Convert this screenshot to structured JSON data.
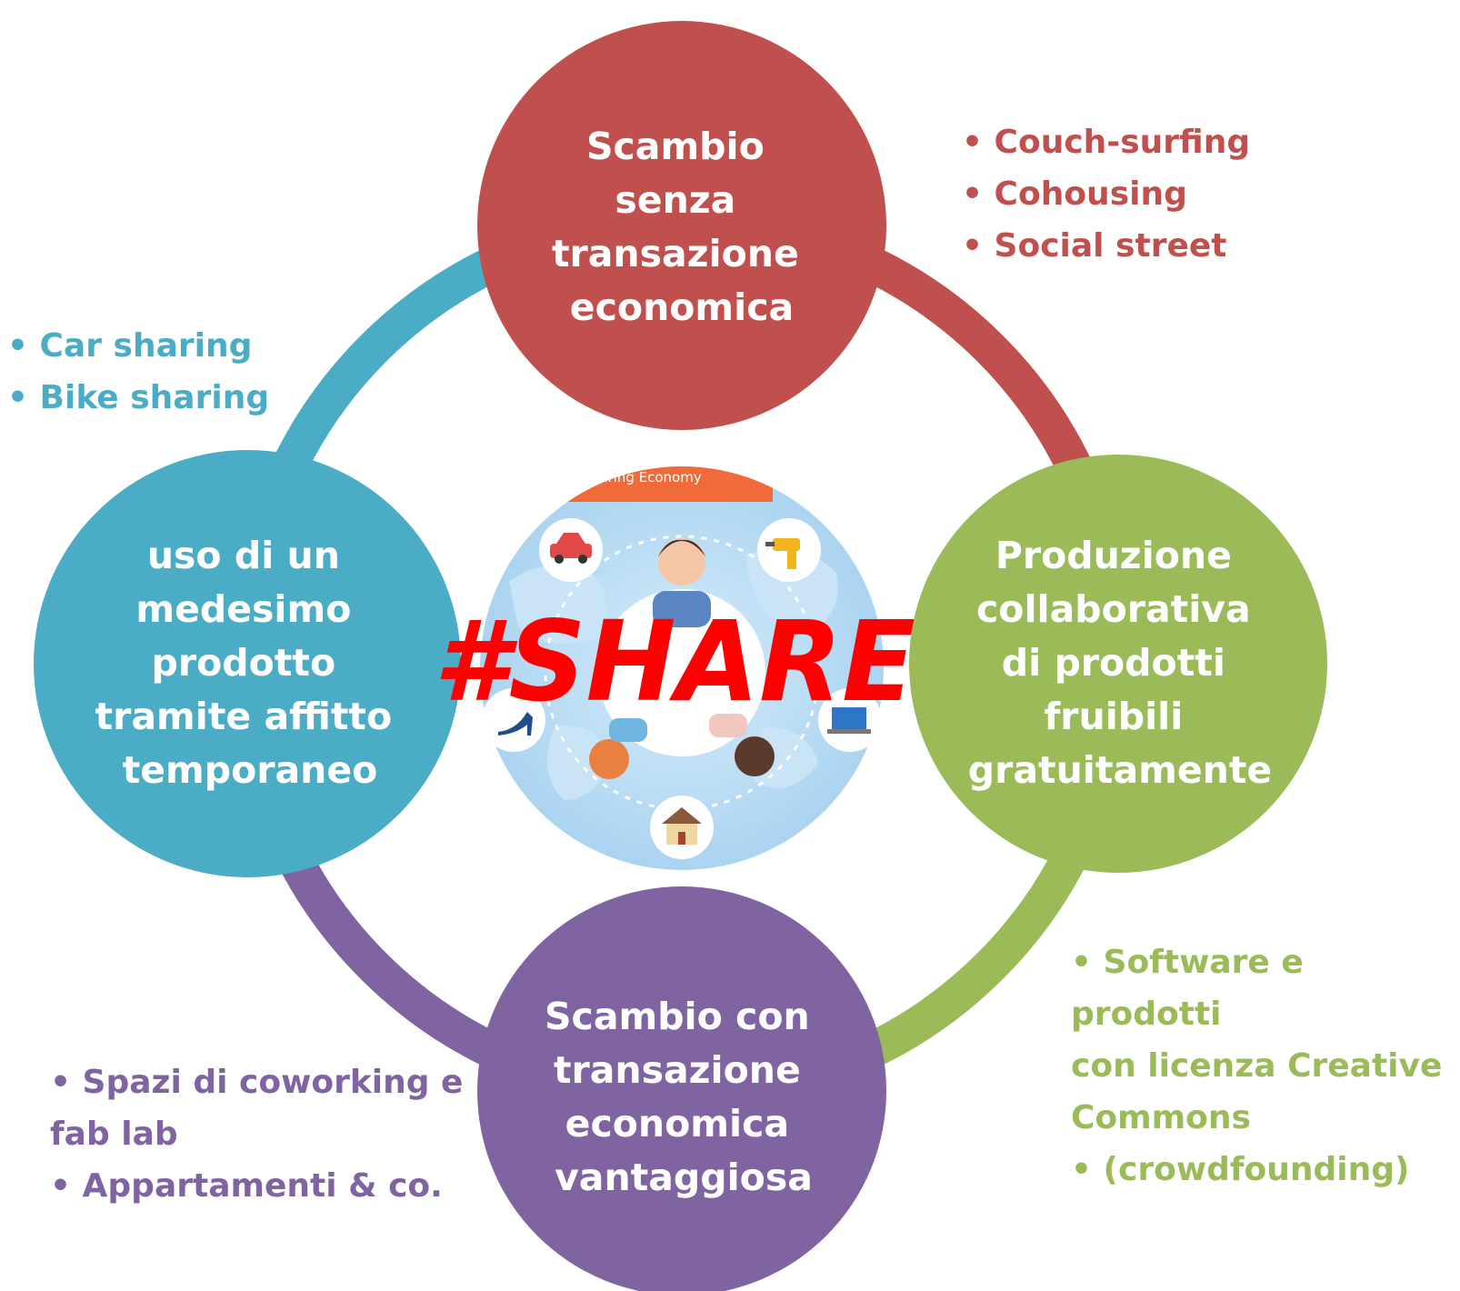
{
  "colors": {
    "red": "#c0504d",
    "green": "#9bbb59",
    "purple": "#8064a2",
    "blue": "#4bacc6",
    "share_text": "#ff0000",
    "sky": "#bfe0f5"
  },
  "center": {
    "banner": "Sharing Economy",
    "share": "#SHARE",
    "icons": [
      "car-icon",
      "drill-icon",
      "high-heel-icon",
      "laptop-icon",
      "house-icon",
      "person-icon"
    ]
  },
  "nodes": {
    "top": [
      "Scambio",
      "senza",
      "transazione",
      "economica"
    ],
    "right": [
      "Produzione",
      "collaborativa",
      "di prodotti",
      "fruibili",
      "gratuitamente"
    ],
    "bottom": [
      "Scambio con",
      "transazione",
      "economica",
      "vantaggiosa"
    ],
    "left": [
      "uso di un",
      "medesimo",
      "prodotto",
      "tramite affitto",
      "temporaneo"
    ]
  },
  "bullets": {
    "top_right": [
      "Couch-surfing",
      "Cohousing",
      "Social street"
    ],
    "top_left": [
      "Car sharing",
      "Bike sharing"
    ],
    "bottom_right": [
      {
        "first": "Software e prodotti",
        "rest": [
          "con licenza Creative",
          "Commons"
        ]
      },
      {
        "first": "(crowdfounding)",
        "rest": []
      }
    ],
    "bottom_left": [
      {
        "first": "Spazi di coworking e",
        "rest": [
          "fab lab"
        ]
      },
      {
        "first": "Appartamenti & co.",
        "rest": []
      }
    ]
  }
}
